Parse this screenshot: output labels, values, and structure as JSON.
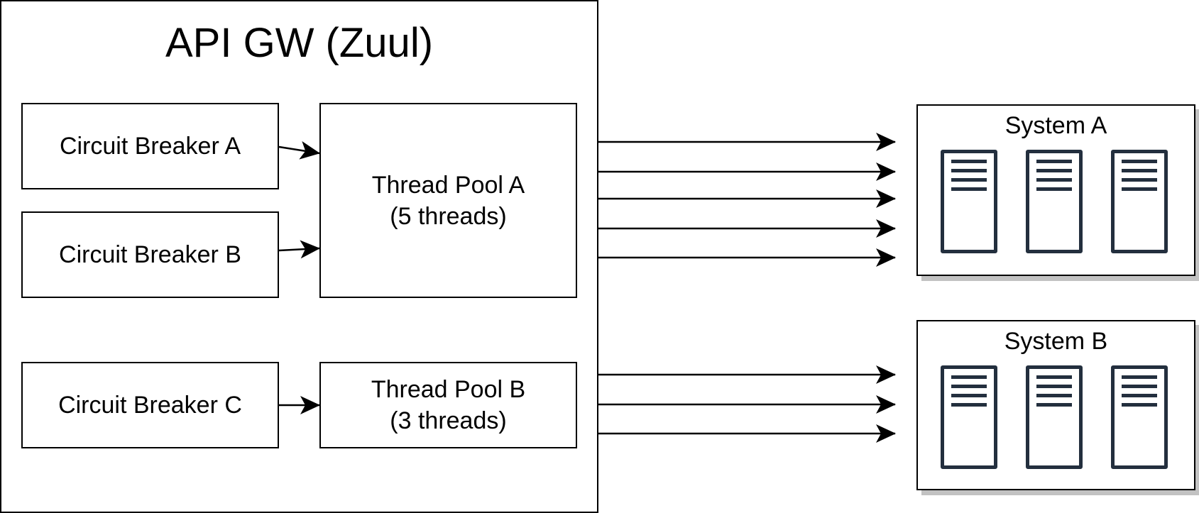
{
  "gateway": {
    "title": "API GW (Zuul)"
  },
  "circuit_breakers": [
    {
      "label": "Circuit Breaker A"
    },
    {
      "label": "Circuit Breaker B"
    },
    {
      "label": "Circuit Breaker C"
    }
  ],
  "thread_pools": [
    {
      "label": "Thread Pool A\n(5 threads)"
    },
    {
      "label": "Thread Pool B\n(3 threads)"
    }
  ],
  "systems": [
    {
      "title": "System A",
      "servers": [
        "server-icon",
        "server-icon",
        "server-icon"
      ]
    },
    {
      "title": "System B",
      "servers": [
        "server-icon",
        "server-icon",
        "server-icon"
      ]
    }
  ],
  "colors": {
    "line": "#000000",
    "server_icon": "#232f3e",
    "shadow": "#c2c2c2"
  }
}
